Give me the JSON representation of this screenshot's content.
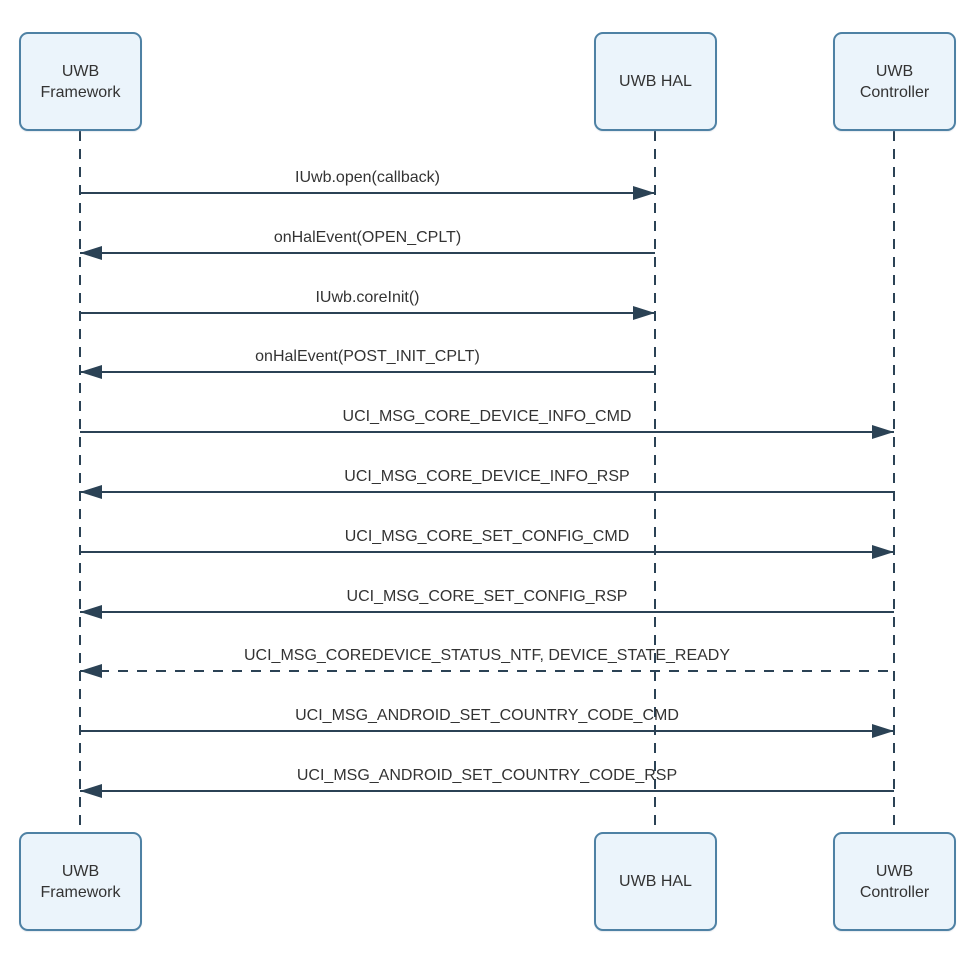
{
  "diagram": {
    "type": "sequence",
    "colors": {
      "line": "#2b4255",
      "actor_fill": "#ebf4fb",
      "actor_border": "#4e81a4",
      "text": "#333333"
    },
    "actors": [
      {
        "id": "framework",
        "label": "UWB\nFramework"
      },
      {
        "id": "hal",
        "label": "UWB HAL"
      },
      {
        "id": "controller",
        "label": "UWB\nController"
      }
    ],
    "messages": [
      {
        "from": "framework",
        "to": "hal",
        "style": "solid",
        "label": "IUwb.open(callback)"
      },
      {
        "from": "hal",
        "to": "framework",
        "style": "solid",
        "label": "onHalEvent(OPEN_CPLT)"
      },
      {
        "from": "framework",
        "to": "hal",
        "style": "solid",
        "label": "IUwb.coreInit()"
      },
      {
        "from": "hal",
        "to": "framework",
        "style": "solid",
        "label": "onHalEvent(POST_INIT_CPLT)"
      },
      {
        "from": "framework",
        "to": "controller",
        "style": "solid",
        "label": "UCI_MSG_CORE_DEVICE_INFO_CMD"
      },
      {
        "from": "controller",
        "to": "framework",
        "style": "solid",
        "label": "UCI_MSG_CORE_DEVICE_INFO_RSP"
      },
      {
        "from": "framework",
        "to": "controller",
        "style": "solid",
        "label": "UCI_MSG_CORE_SET_CONFIG_CMD"
      },
      {
        "from": "controller",
        "to": "framework",
        "style": "solid",
        "label": "UCI_MSG_CORE_SET_CONFIG_RSP"
      },
      {
        "from": "controller",
        "to": "framework",
        "style": "dashed",
        "label": "UCI_MSG_COREDEVICE_STATUS_NTF, DEVICE_STATE_READY"
      },
      {
        "from": "framework",
        "to": "controller",
        "style": "solid",
        "label": "UCI_MSG_ANDROID_SET_COUNTRY_CODE_CMD"
      },
      {
        "from": "controller",
        "to": "framework",
        "style": "solid",
        "label": "UCI_MSG_ANDROID_SET_COUNTRY_CODE_RSP"
      }
    ]
  }
}
